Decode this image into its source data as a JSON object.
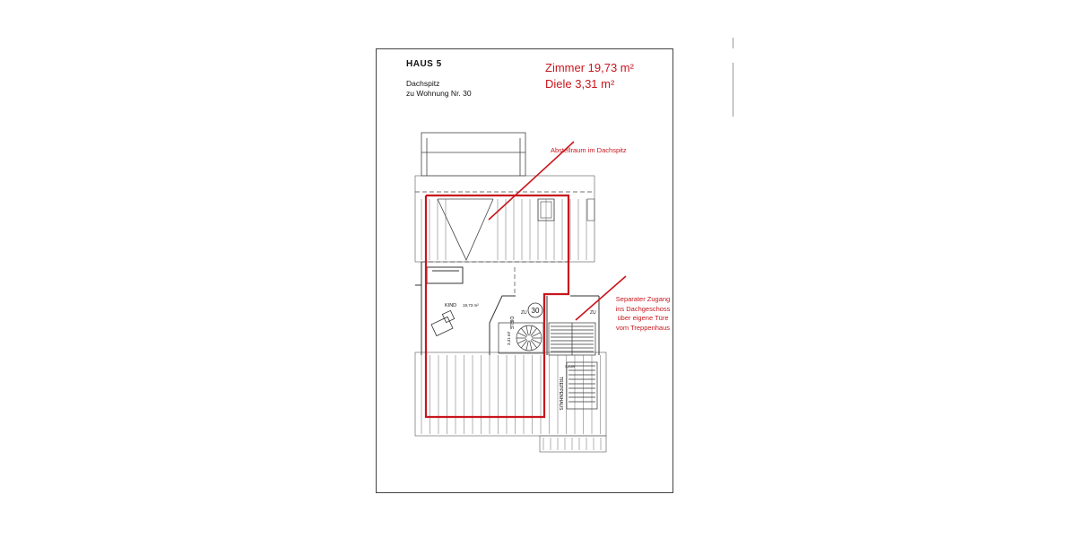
{
  "title": {
    "house": "HAUS  5",
    "line1": "Dachspitz",
    "line2": "zu Wohnung Nr. 30"
  },
  "areas": {
    "zimmer": "Zimmer 19,73 m²",
    "diele": "Diele 3,31 m²"
  },
  "annotations": {
    "storage": "Abstellraum im Dachspitz",
    "access": [
      "Separater Zugang",
      "ins Dachgeschoss",
      "über eigene Türe",
      "vom Treppenhaus"
    ]
  },
  "plan_labels": {
    "room": "KIND",
    "room_area": "19,73 m²",
    "hall": "DIELE",
    "hall_area": "3,31 m²",
    "unit": "30",
    "zu_left": "ZU",
    "zu_right": "ZU",
    "stairwell": "TREPPENHAUS",
    "landing": "SAUB"
  },
  "colors": {
    "highlight": "#c8161d",
    "lines": "#333333"
  }
}
